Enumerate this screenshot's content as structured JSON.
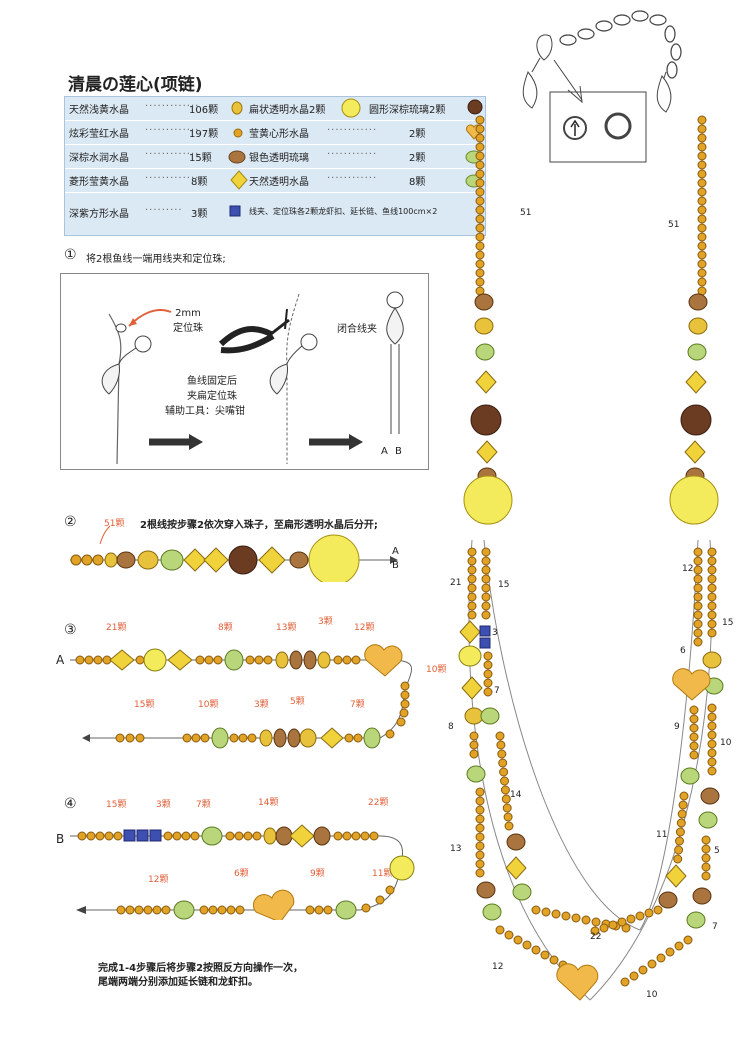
{
  "title": "清晨の莲心(项链)",
  "materials": [
    {
      "c1": "天然浅黄水晶",
      "q1": "106颗",
      "i1": "light-yellow-bead-icon",
      "c2": "扁状透明水晶2颗",
      "q2": "",
      "i2": "flat-clear-crystal-icon",
      "c3": "圆形深棕琉璃2颗",
      "i3": "dark-brown-glass-icon"
    },
    {
      "c1": "炫彩莹红水晶",
      "q1": "197颗",
      "i1": "small-orange-bead-icon",
      "c2": "莹黄心形水晶",
      "q2": "2颗",
      "i2": "yellow-heart-icon"
    },
    {
      "c1": "深棕水润水晶",
      "q1": "15颗",
      "i1": "brown-bead-icon",
      "c2": "银色透明琉璃",
      "q2": "2颗",
      "i2": "silver-glass-icon"
    },
    {
      "c1": "菱形莹黄水晶",
      "q1": "8颗",
      "i1": "yellow-rhombus-icon",
      "c2": "天然透明水晶",
      "q2": "8颗",
      "i2": "green-crystal-icon"
    },
    {
      "c1": "深紫方形水晶",
      "q1": "3颗",
      "i1": "purple-square-icon",
      "c2": "线夹、定位珠各2颗龙虾扣、延长链、鱼线100cm×2",
      "q2": ""
    }
  ],
  "step1": {
    "num": "①",
    "text": "将2根鱼线一端用线夹和定位珠;",
    "pos_label": "2mm\n定位珠",
    "fix_label": "鱼线固定后\n夹扁定位珠",
    "tool": "辅助工具：尖嘴钳",
    "close_label": "闭合线夹",
    "line_a": "A",
    "line_b": "B"
  },
  "step2": {
    "num": "②",
    "text": "2根线按步骤2依次穿入珠子，至扁形透明水晶后分开;",
    "count": "51颗",
    "end_a": "A",
    "end_b": "B"
  },
  "step3": {
    "num": "③",
    "start": "A",
    "counts_top": [
      "21颗",
      "8颗",
      "13颗",
      "3颗",
      "12颗"
    ],
    "count_turn": "10颗",
    "counts_bottom": [
      "15颗",
      "10颗",
      "3颗",
      "5颗",
      "7颗"
    ]
  },
  "step4": {
    "num": "④",
    "start": "B",
    "counts_top": [
      "15颗",
      "3颗",
      "7颗",
      "14颗",
      "22颗"
    ],
    "counts_bottom": [
      "12颗",
      "6颗",
      "9颗",
      "11颗"
    ]
  },
  "final_note": [
    "完成1-4步骤后将步骤2按照反方向操作一次，",
    "尾端两端分别添加延长链和龙虾扣。"
  ],
  "necklace_labels": {
    "n51_left": "51",
    "n51_right": "51",
    "n21": "21",
    "n15_a": "15",
    "n3": "3",
    "n7_a": "7",
    "n8": "8",
    "n14": "14",
    "n13": "13",
    "n12_a": "12",
    "n15_b": "15",
    "n6": "6",
    "n9": "9",
    "n10_a": "10",
    "n11": "11",
    "n5": "5",
    "n7_b": "7",
    "n22": "22",
    "n12_b": "12",
    "n10_b": "10"
  },
  "colors": {
    "light_yellow": "#e8c23a",
    "orange": "#e0a325",
    "brown": "#a9743e",
    "dark_brown": "#6b3b22",
    "clear_yellow": "#f3ea5c",
    "green": "#b9d77a",
    "purple": "#3d4fb0",
    "accent": "#e0603a",
    "box_bg": "#dbe9f4"
  }
}
